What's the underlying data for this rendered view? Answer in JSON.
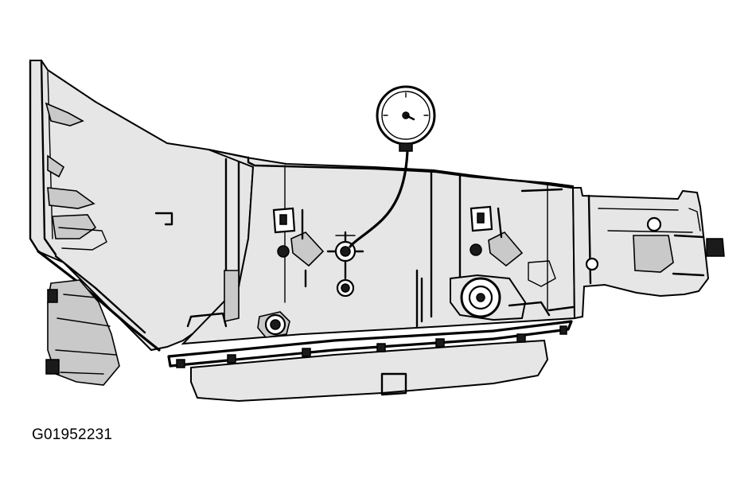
{
  "figure": {
    "id_label": "G01952231"
  },
  "illustration": {
    "icons": [
      "transmission-assembly",
      "pressure-gauge",
      "gauge-hose",
      "pressure-test-port",
      "oil-pan"
    ]
  }
}
